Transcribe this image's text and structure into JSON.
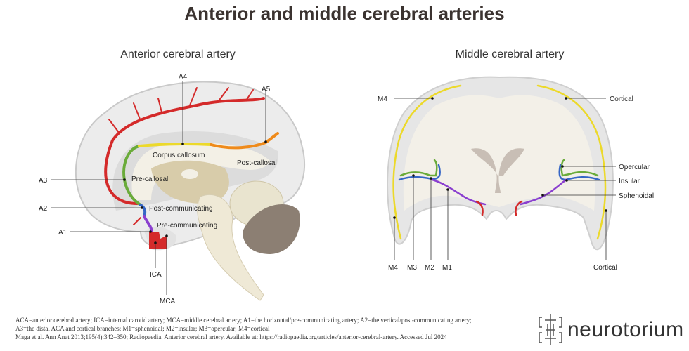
{
  "title": "Anterior and middle cerebral arteries",
  "left_panel": {
    "subtitle": "Anterior cerebral artery",
    "labels": {
      "a4": "A4",
      "a5": "A5",
      "a3": "A3",
      "a2": "A2",
      "a1": "A1",
      "ica": "ICA",
      "mca": "MCA"
    },
    "segments": {
      "corpus": "Corpus callosum",
      "post_callosal": "Post-callosal",
      "pre_callosal": "Pre-callosal",
      "post_comm": "Post-communicating",
      "pre_comm": "Pre-communicating"
    }
  },
  "right_panel": {
    "subtitle": "Middle cerebral artery",
    "labels": {
      "m4_top": "M4",
      "cortical_top": "Cortical",
      "opercular": "Opercular",
      "insular": "Insular",
      "sphenoidal": "Sphenoidal",
      "m4_bottom": "M4",
      "m3": "M3",
      "m2": "M2",
      "m1": "M1",
      "cortical_bottom": "Cortical"
    }
  },
  "footer": {
    "line1": "ACA=anterior cerebral artery; ICA=internal carotid artery; MCA=middle cerebral artery; A1=the horizontal/pre-communicating artery; A2=the vertical/post-communicating artery;",
    "line2": "A3=the distal ACA and cortical branches; M1=sphenoidal; M2=insular; M3=opercular; M4=cortical",
    "line3": "Maga et al. Ann Anat 2013;195(4):342–350; Radiopaedia. Anterior cerebral artery. Available at: https://radiopaedia.org/articles/anterior-cerebral-artery. Accessed Jul 2024"
  },
  "brand": {
    "name": "neurotorium"
  },
  "colors": {
    "red": "#d42a2a",
    "green": "#6aab3a",
    "yellow": "#ecd92a",
    "orange": "#ef8a1a",
    "blue": "#3566c6",
    "purple": "#8a3fcf"
  }
}
